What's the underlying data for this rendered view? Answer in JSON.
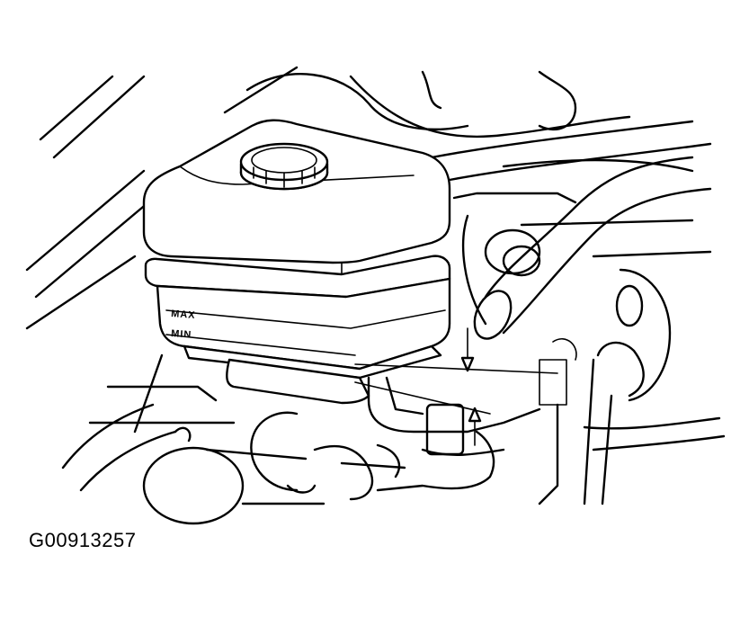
{
  "figure": {
    "id": "G00913257",
    "labels": {
      "max": "MAX",
      "min": "MIN"
    }
  }
}
